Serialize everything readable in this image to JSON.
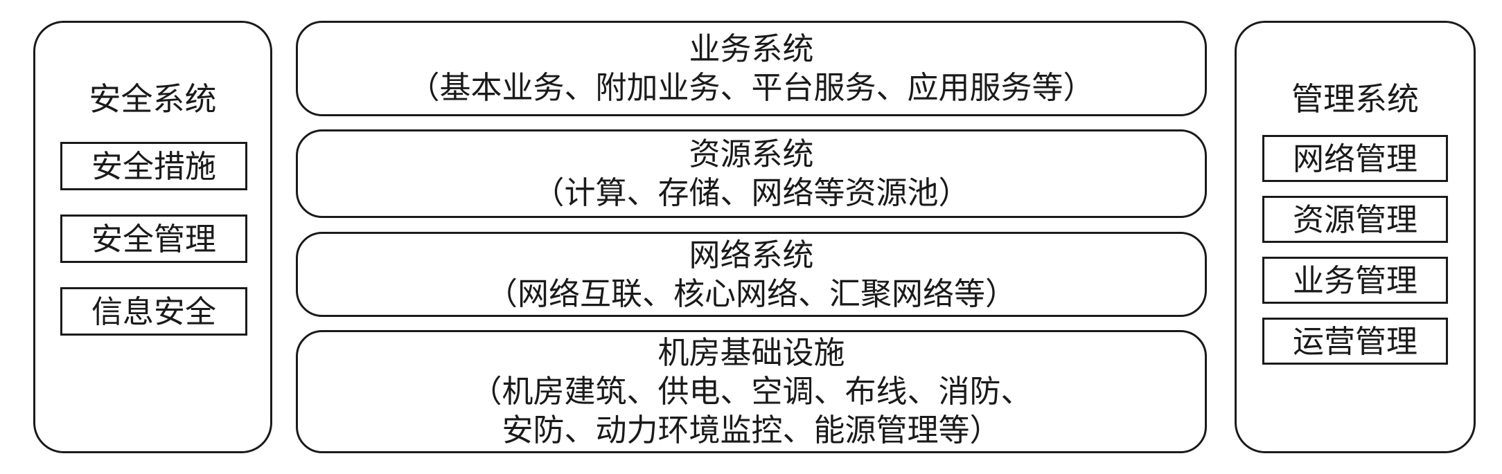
{
  "security": {
    "title": "安全系统",
    "items": [
      "安全措施",
      "安全管理",
      "信息安全"
    ]
  },
  "layers": [
    {
      "title": "业务系统",
      "desc": "（基本业务、附加业务、平台服务、应用服务等）"
    },
    {
      "title": "资源系统",
      "desc": "（计算、存储、网络等资源池）"
    },
    {
      "title": "网络系统",
      "desc": "（网络互联、核心网络、汇聚网络等）"
    },
    {
      "title": "机房基础设施",
      "desc": "（机房建筑、供电、空调、布线、消防、\n安防、动力环境监控、能源管理等）"
    }
  ],
  "management": {
    "title": "管理系统",
    "items": [
      "网络管理",
      "资源管理",
      "业务管理",
      "运营管理"
    ]
  }
}
